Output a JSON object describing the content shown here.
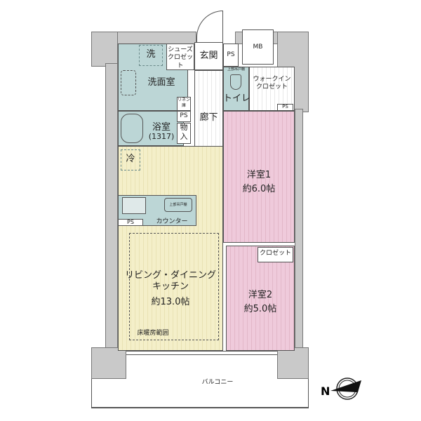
{
  "rooms": {
    "sentaku": "洗",
    "shoes": "シューズ\nクロゼット",
    "genkan": "玄関",
    "ps1": "PS",
    "mb": "MB",
    "senmen": "洗面室",
    "linen": "リネン\n庫",
    "ps2": "PS",
    "monoire": "物\n入",
    "yokushitsu": "浴室",
    "yokushitsu_size": "(1317)",
    "rouka": "廊下",
    "toilet": "トイレ",
    "toilet_cabinet": "上部吊戸棚",
    "wic": "ウォークイン\nクロゼット",
    "ps3": "PS",
    "rei": "冷",
    "yoshitsu1": "洋室1",
    "yoshitsu1_size": "約6.0帖",
    "kitchen_cabinet": "上部吊戸棚",
    "ps4": "PS",
    "counter": "カウンター",
    "ldk": "リビング・ダイニング\nキッチン",
    "ldk_size": "約13.0帖",
    "floor_heating": "床暖房範囲",
    "closet": "クロゼット",
    "yoshitsu2": "洋室2",
    "yoshitsu2_size": "約5.0帖",
    "balcony": "バルコニー"
  },
  "compass": {
    "label": "N",
    "icon": "north-arrow-icon"
  },
  "colors": {
    "wet_area": "#bcd6d6",
    "ldk": "#f4efc9",
    "bedroom": "#efcadb",
    "wall": "#c9c9c9"
  }
}
